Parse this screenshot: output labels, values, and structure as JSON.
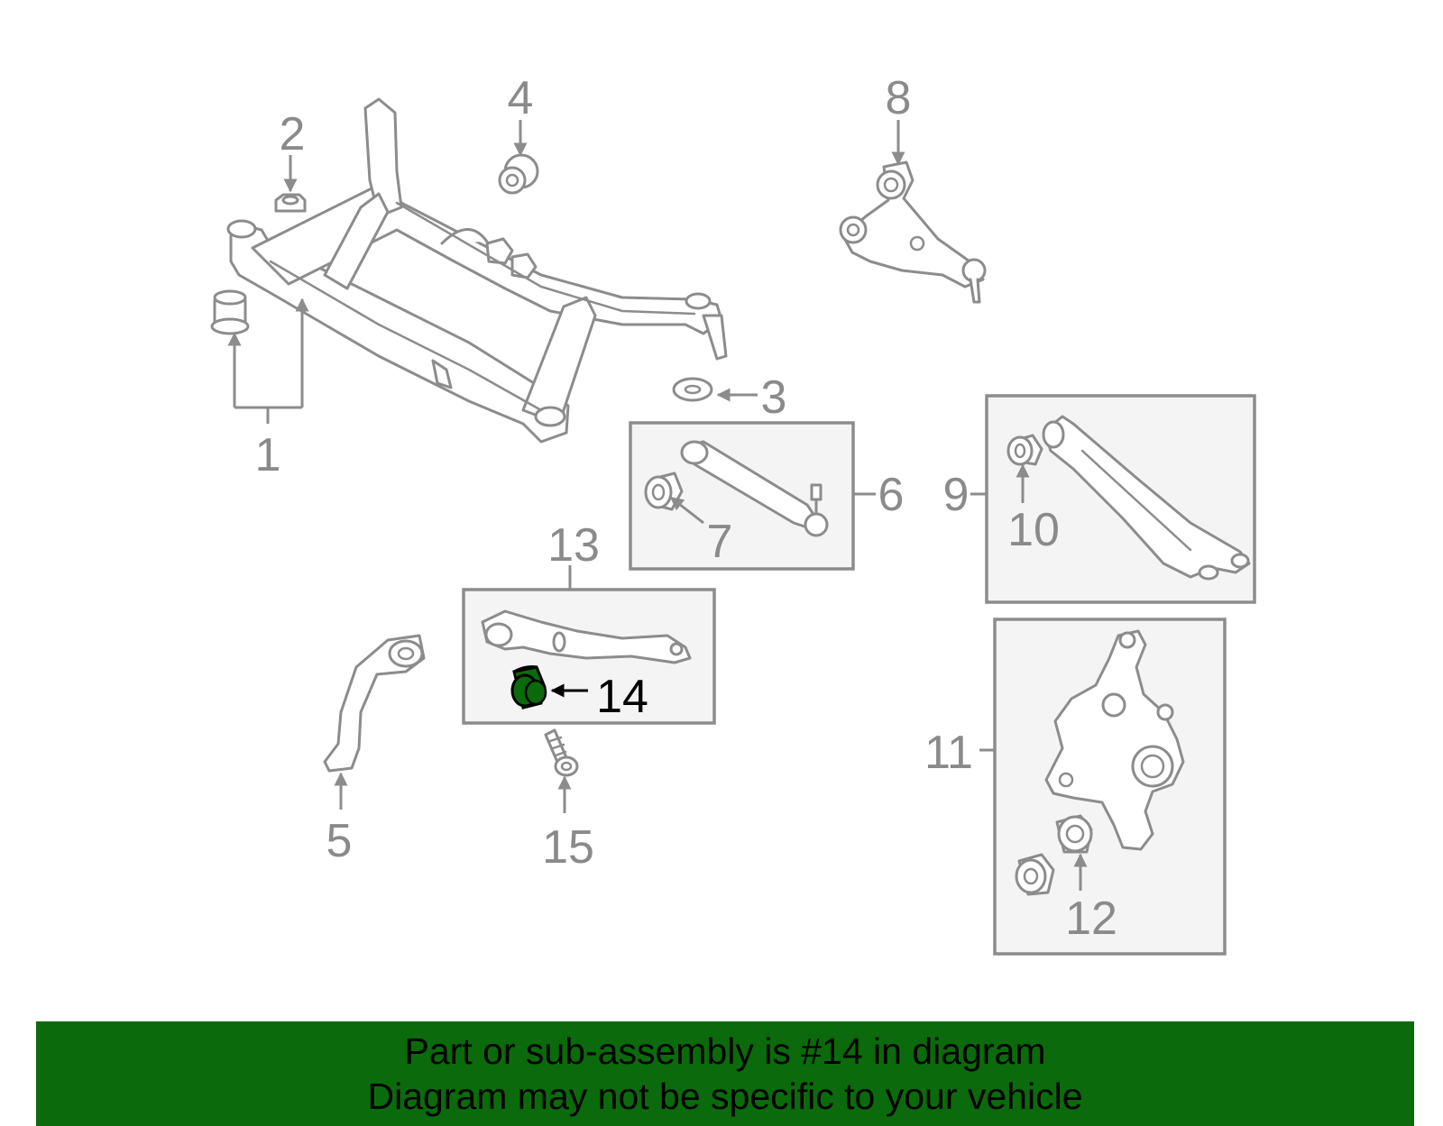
{
  "diagram": {
    "highlight_color": "#0b6a0b",
    "line_color": "#8c8c8c",
    "callouts": [
      "1",
      "2",
      "3",
      "4",
      "5",
      "6",
      "7",
      "8",
      "9",
      "10",
      "11",
      "12",
      "13",
      "14",
      "15"
    ],
    "highlighted_callout": "14"
  },
  "banner": {
    "line1": "Part or sub-assembly is #14 in diagram",
    "line2": "Diagram may not be specific to your vehicle",
    "background": "#0b6a0b"
  }
}
